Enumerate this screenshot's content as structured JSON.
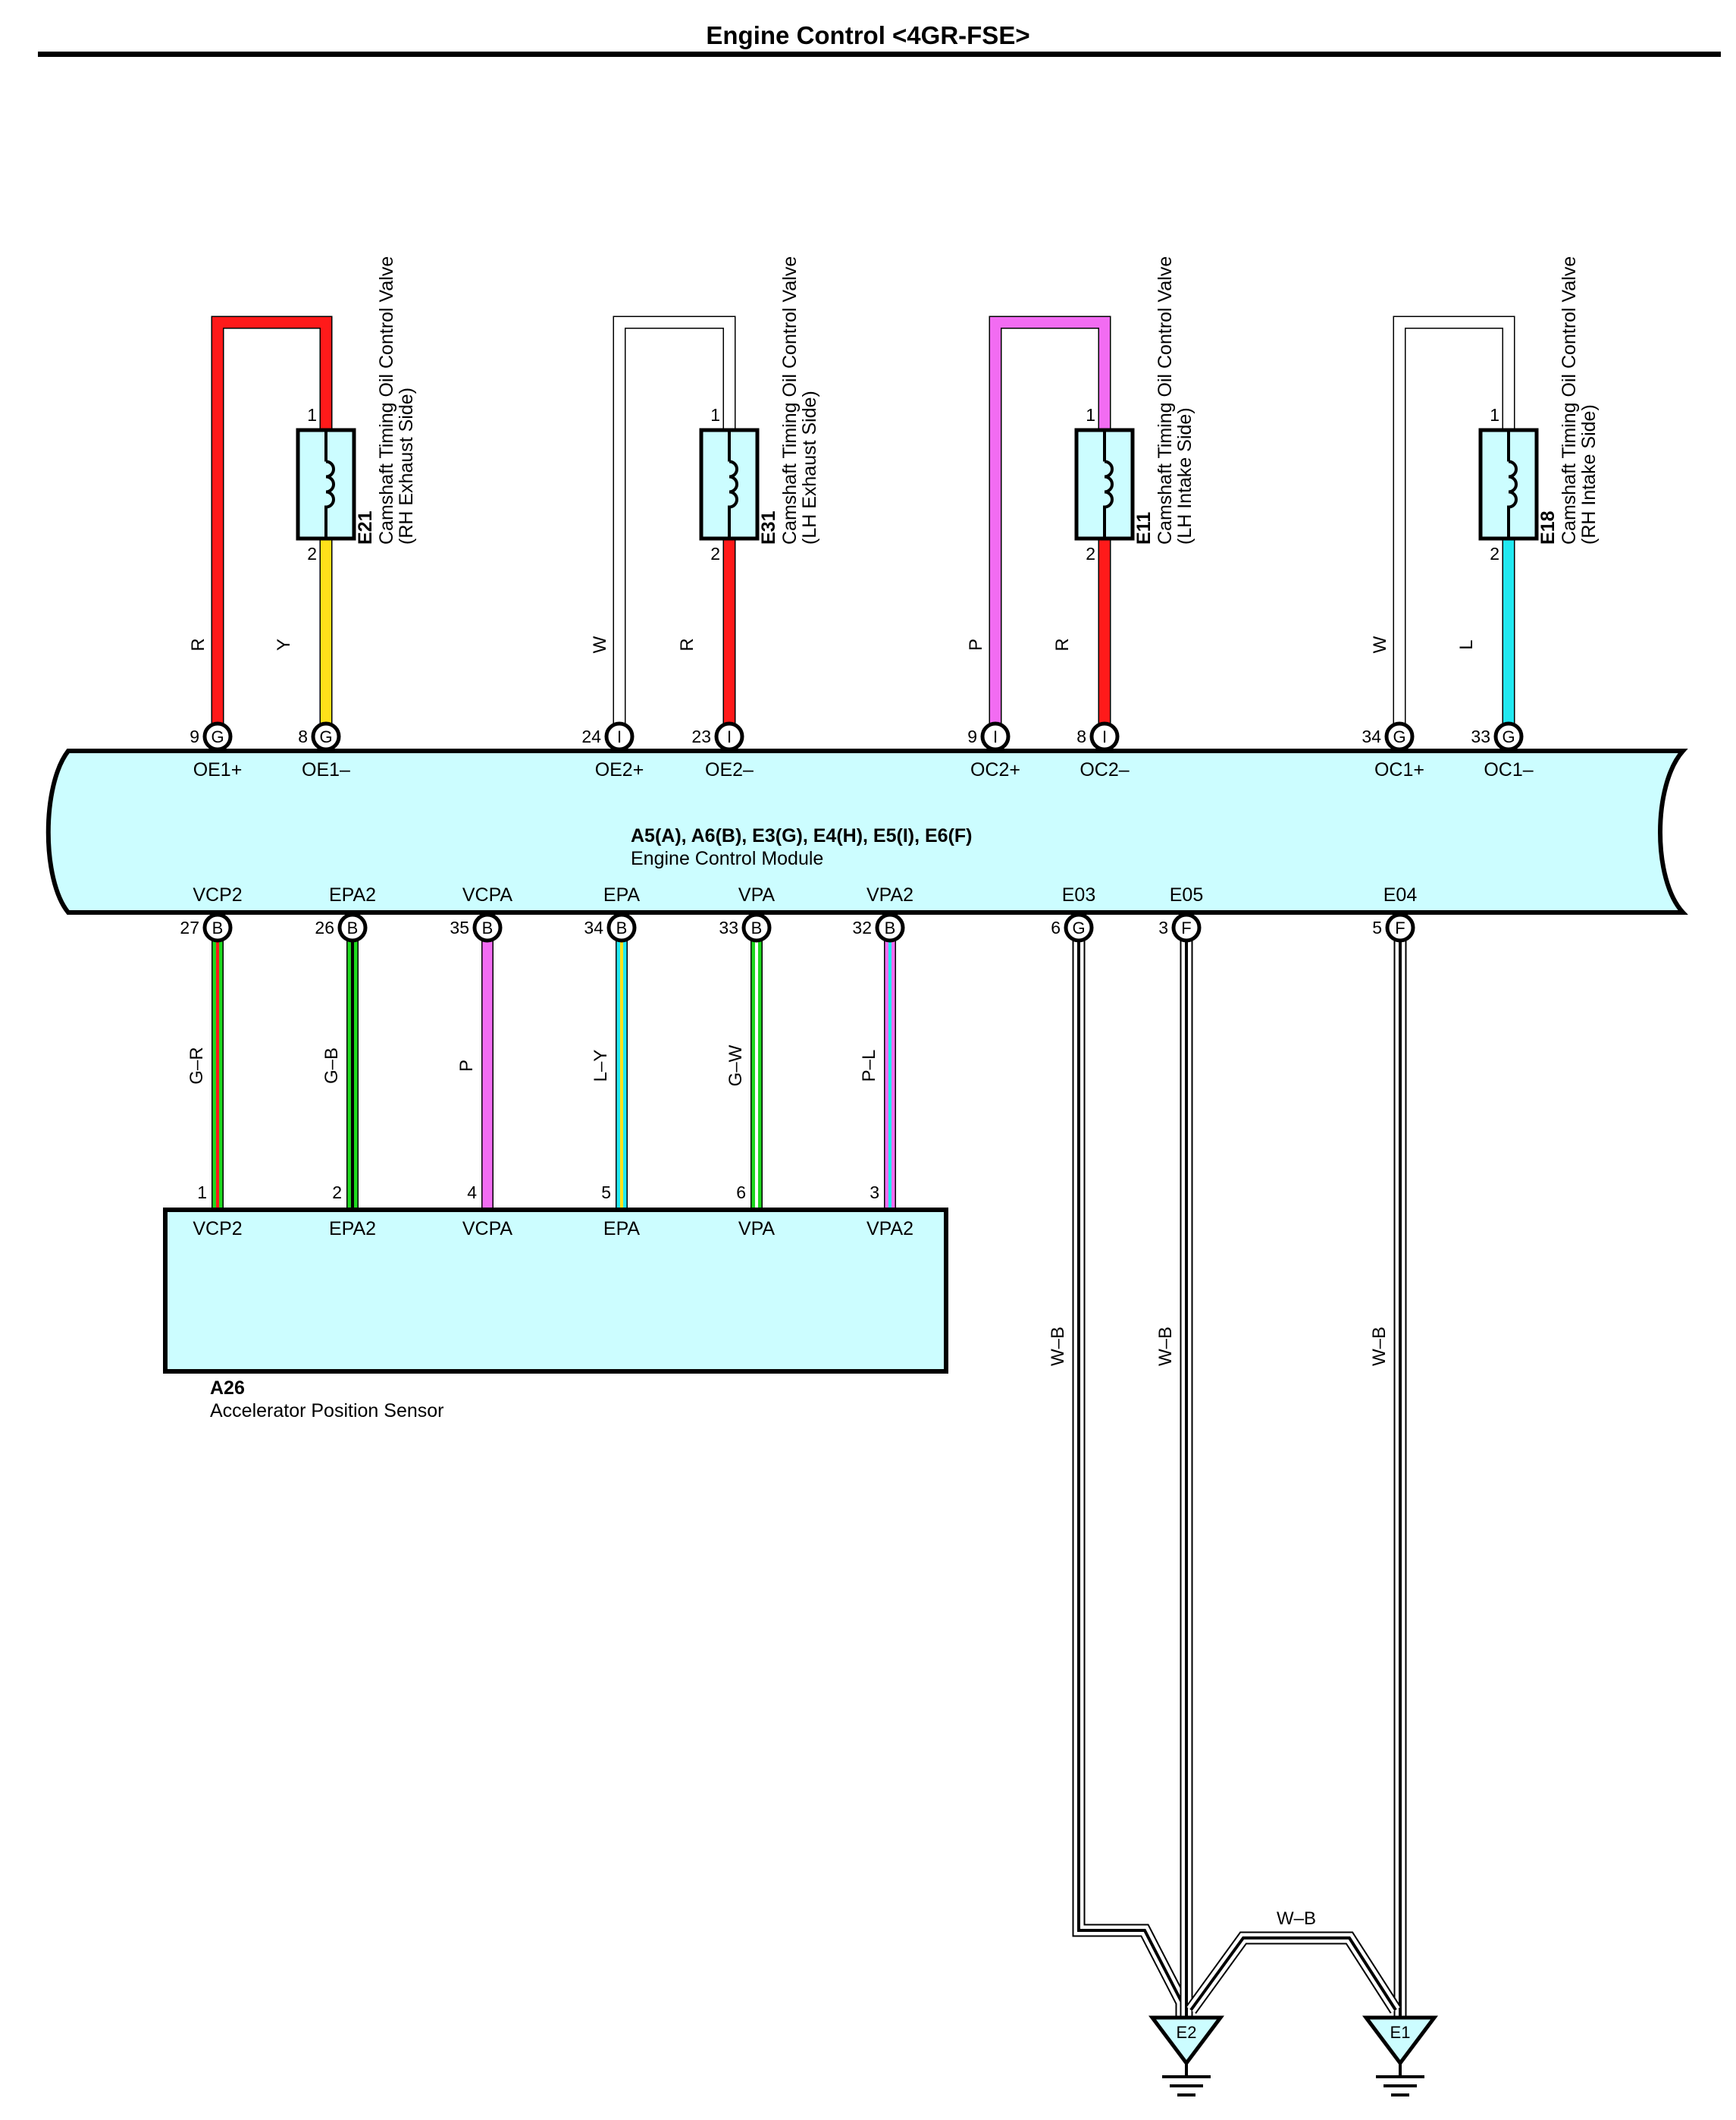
{
  "title": "Engine Control <4GR-FSE>",
  "colors": {
    "R": "#ff1a1a",
    "Y": "#ffe11a",
    "W": "#ffffff",
    "P": "#f26cf2",
    "L": "#21e8f0",
    "G": "#1ed81e",
    "B": "#000000",
    "module_fill": "#ccfdff"
  },
  "ecm": {
    "code": "A5(A), A6(B), E3(G), E4(H), E5(I), E6(F)",
    "name": "Engine Control Module"
  },
  "valves": [
    {
      "code": "E21",
      "name": "Camshaft Timing Oil Control Valve",
      "side": "(RH Exhaust Side)",
      "pin_top": "1",
      "pin_bottom": "2",
      "wire_left": "R",
      "wire_right": "Y",
      "ecm_left": {
        "pin": "9",
        "conn": "G",
        "signal": "OE1+"
      },
      "ecm_right": {
        "pin": "8",
        "conn": "G",
        "signal": "OE1–"
      }
    },
    {
      "code": "E31",
      "name": "Camshaft Timing Oil Control Valve",
      "side": "(LH Exhaust Side)",
      "pin_top": "1",
      "pin_bottom": "2",
      "wire_left": "W",
      "wire_right": "R",
      "ecm_left": {
        "pin": "24",
        "conn": "I",
        "signal": "OE2+"
      },
      "ecm_right": {
        "pin": "23",
        "conn": "I",
        "signal": "OE2–"
      }
    },
    {
      "code": "E11",
      "name": "Camshaft Timing Oil Control Valve",
      "side": "(LH Intake Side)",
      "pin_top": "1",
      "pin_bottom": "2",
      "wire_left": "P",
      "wire_right": "R",
      "ecm_left": {
        "pin": "9",
        "conn": "I",
        "signal": "OC2+"
      },
      "ecm_right": {
        "pin": "8",
        "conn": "I",
        "signal": "OC2–"
      }
    },
    {
      "code": "E18",
      "name": "Camshaft Timing Oil Control Valve",
      "side": "(RH Intake Side)",
      "pin_top": "1",
      "pin_bottom": "2",
      "wire_left": "W",
      "wire_right": "L",
      "ecm_left": {
        "pin": "34",
        "conn": "G",
        "signal": "OC1+"
      },
      "ecm_right": {
        "pin": "33",
        "conn": "G",
        "signal": "OC1–"
      }
    }
  ],
  "sensor": {
    "code": "A26",
    "name": "Accelerator Position Sensor",
    "wires": [
      {
        "ecm_signal": "VCP2",
        "ecm_pin": "27",
        "conn": "B",
        "wire": "G–R",
        "sensor_pin": "1",
        "sensor_signal": "VCP2"
      },
      {
        "ecm_signal": "EPA2",
        "ecm_pin": "26",
        "conn": "B",
        "wire": "G–B",
        "sensor_pin": "2",
        "sensor_signal": "EPA2"
      },
      {
        "ecm_signal": "VCPA",
        "ecm_pin": "35",
        "conn": "B",
        "wire": "P",
        "sensor_pin": "4",
        "sensor_signal": "VCPA"
      },
      {
        "ecm_signal": "EPA",
        "ecm_pin": "34",
        "conn": "B",
        "wire": "L–Y",
        "sensor_pin": "5",
        "sensor_signal": "EPA"
      },
      {
        "ecm_signal": "VPA",
        "ecm_pin": "33",
        "conn": "B",
        "wire": "G–W",
        "sensor_pin": "6",
        "sensor_signal": "VPA"
      },
      {
        "ecm_signal": "VPA2",
        "ecm_pin": "32",
        "conn": "B",
        "wire": "P–L",
        "sensor_pin": "3",
        "sensor_signal": "VPA2"
      }
    ]
  },
  "grounds": {
    "wires": [
      {
        "signal": "E03",
        "pin": "6",
        "conn": "G",
        "wire": "W–B"
      },
      {
        "signal": "E05",
        "pin": "3",
        "conn": "F",
        "wire": "W–B"
      },
      {
        "signal": "E04",
        "pin": "5",
        "conn": "F",
        "wire": "W–B"
      }
    ],
    "bridge_wire": "W–B",
    "points": [
      "E2",
      "E1"
    ]
  }
}
